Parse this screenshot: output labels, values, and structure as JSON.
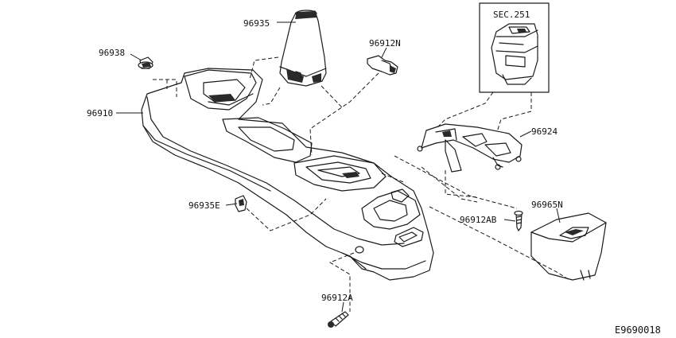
{
  "parts": [
    {
      "id": "p96935",
      "number": "96935"
    },
    {
      "id": "p96912N",
      "number": "96912N"
    },
    {
      "id": "p96938",
      "number": "96938"
    },
    {
      "id": "p96910",
      "number": "96910"
    },
    {
      "id": "p96924",
      "number": "96924"
    },
    {
      "id": "p96935E",
      "number": "96935E"
    },
    {
      "id": "p96912AB",
      "number": "96912AB"
    },
    {
      "id": "p96965N",
      "number": "96965N"
    },
    {
      "id": "p96912A",
      "number": "96912A"
    }
  ],
  "section_ref": "SEC.251",
  "catalog_code": "E9690018"
}
